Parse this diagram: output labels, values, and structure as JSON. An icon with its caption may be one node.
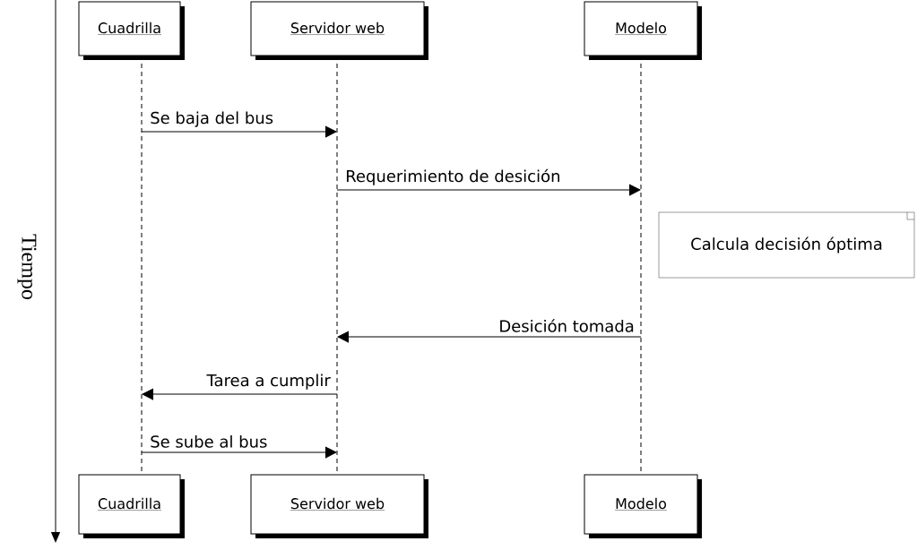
{
  "diagram": {
    "nodes": [
      {
        "text": [
          "Cuadrilla"
        ]
      },
      {
        "text": [
          "Servidor web"
        ]
      },
      {
        "text": [
          "Modelo"
        ]
      },
      {
        "text": [],
        "shape": "line"
      },
      {
        "text": [],
        "shape": "line"
      },
      {
        "text": [],
        "shape": "line"
      },
      {
        "text": [
          "Calcula decisión óptima"
        ]
      },
      {
        "text": [
          "Cuadrilla"
        ]
      },
      {
        "text": [
          "Servidor web"
        ]
      },
      {
        "text": [
          "Modelo"
        ]
      }
    ],
    "edges": [
      {
        "from": 3,
        "to": 4,
        "arrow": "to",
        "label": "Se baja del bus"
      },
      {
        "from": 4,
        "to": 5,
        "arrow": "to",
        "label": "Requerimiento de desición"
      },
      {
        "from": 5,
        "to": 4,
        "arrow": "to",
        "label": "Desición tomada"
      },
      {
        "from": 4,
        "to": 3,
        "arrow": "to",
        "label": "Tarea a cumplir"
      },
      {
        "from": 3,
        "to": 4,
        "arrow": "to",
        "label": "Se sube al bus"
      }
    ],
    "labels": [
      "Tiempo"
    ]
  }
}
